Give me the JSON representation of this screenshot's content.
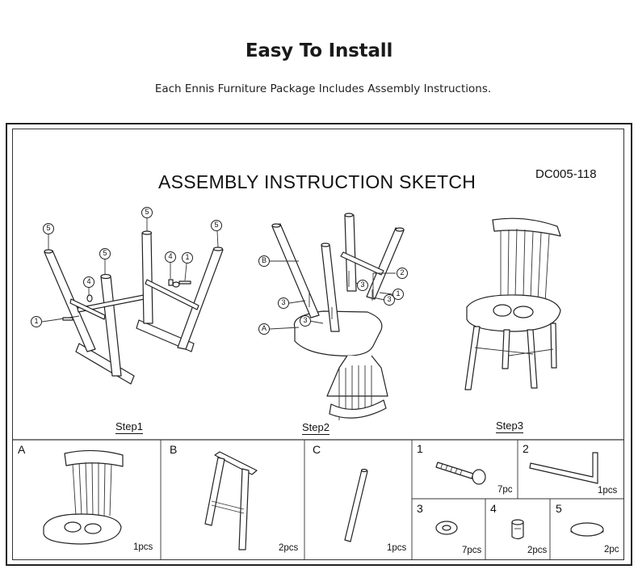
{
  "header": {
    "title": "Easy To Install",
    "subtitle": "Each Ennis Furniture Package Includes Assembly Instructions."
  },
  "sketch": {
    "title": "ASSEMBLY INSTRUCTION SKETCH",
    "model": "DC005-118",
    "steps": [
      "Step1",
      "Step2",
      "Step3"
    ],
    "callouts": [
      "1",
      "2",
      "3",
      "4",
      "5",
      "A",
      "B"
    ]
  },
  "parts": {
    "a": {
      "id": "A",
      "qty": "1pcs"
    },
    "b": {
      "id": "B",
      "qty": "2pcs"
    },
    "c": {
      "id": "C",
      "qty": "1pcs"
    },
    "p1": {
      "id": "1",
      "qty": "7pc"
    },
    "p2": {
      "id": "2",
      "qty": "1pcs"
    },
    "p3": {
      "id": "3",
      "qty": "7pcs"
    },
    "p4": {
      "id": "4",
      "qty": "2pcs"
    },
    "p5": {
      "id": "5",
      "qty": "2pc"
    }
  }
}
